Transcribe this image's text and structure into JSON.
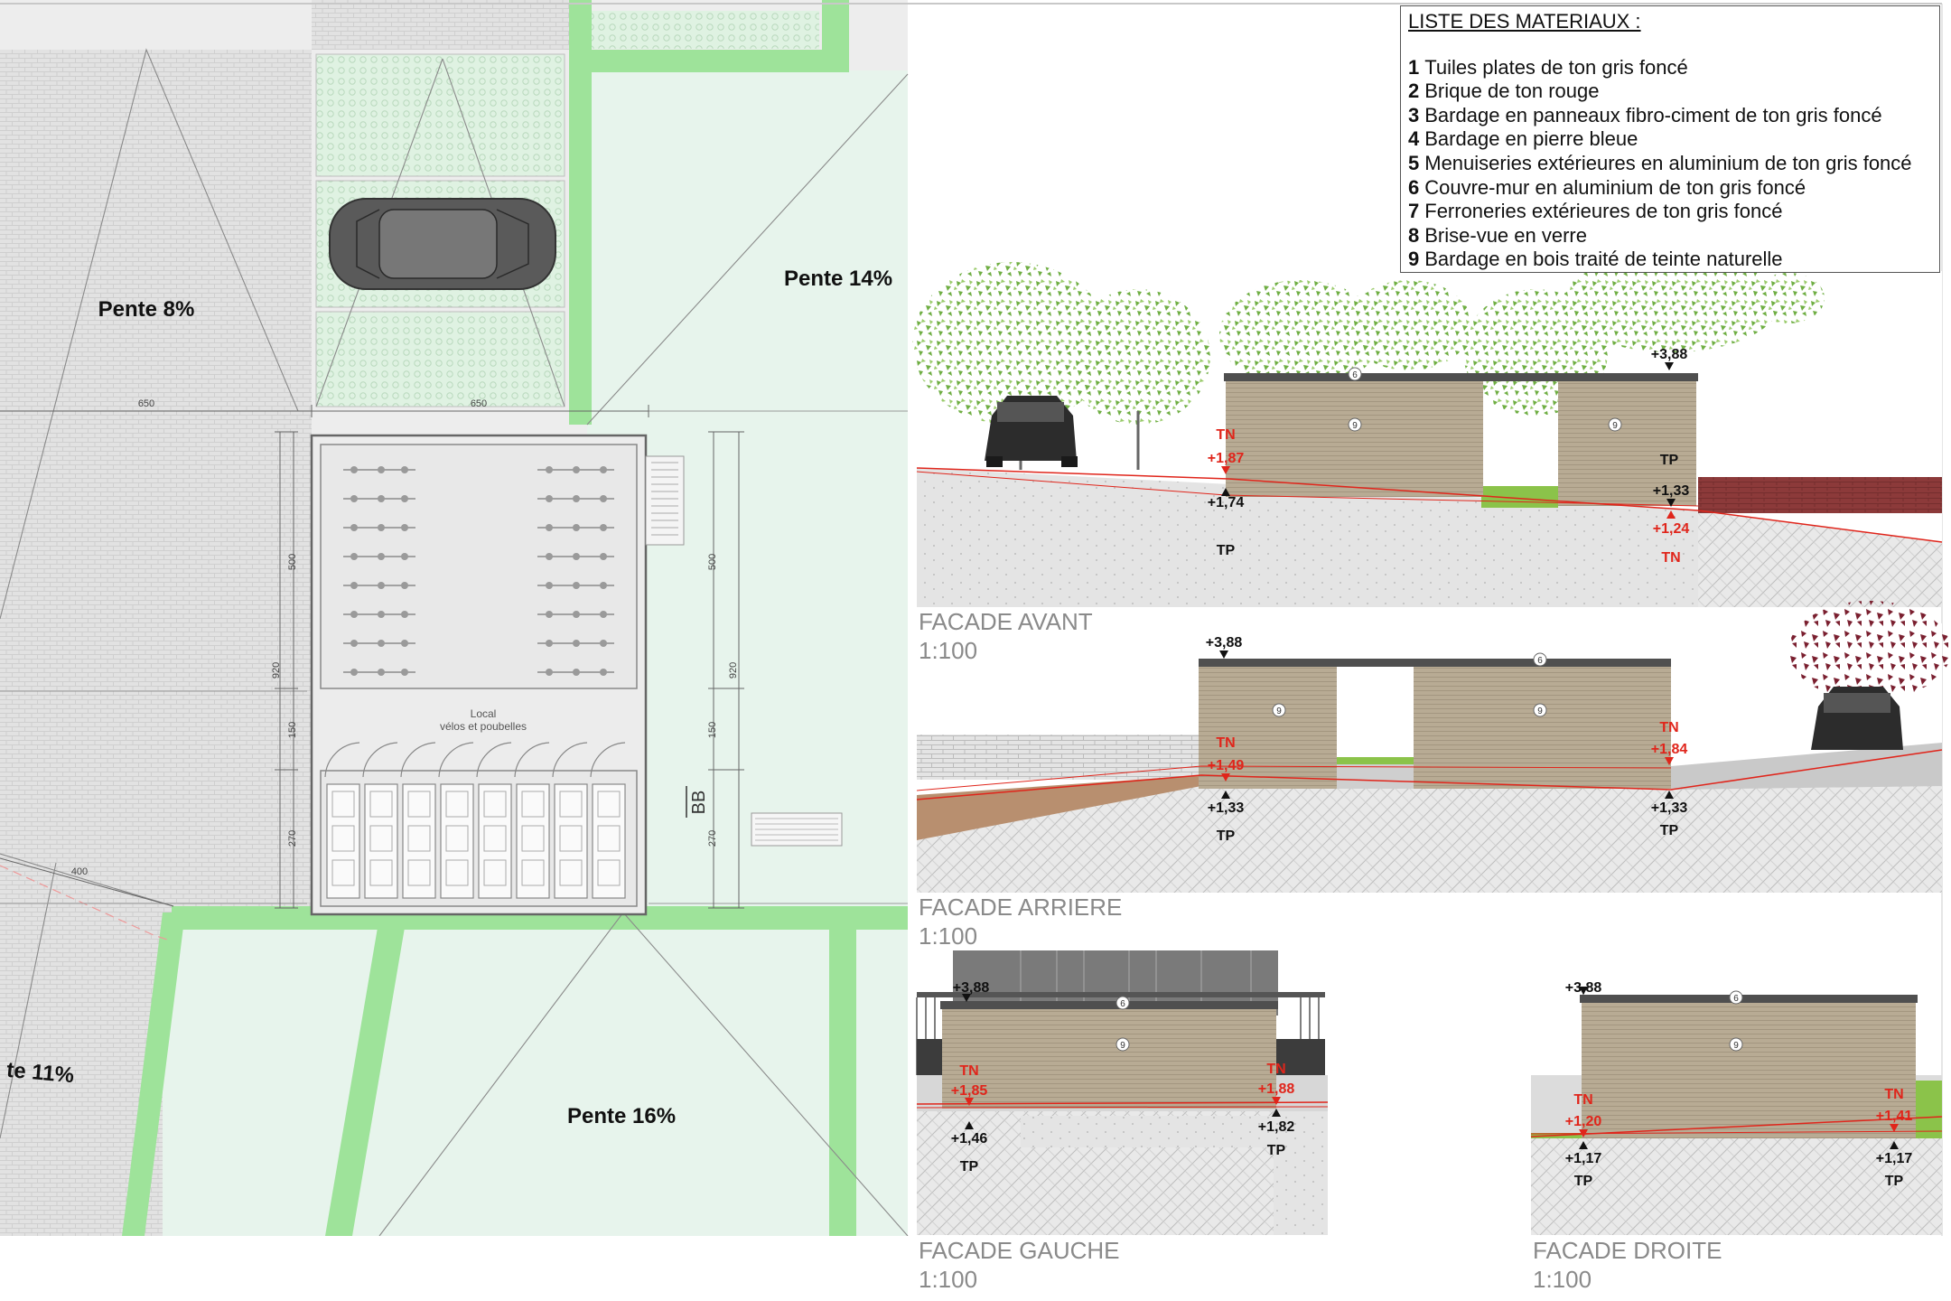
{
  "legend": {
    "title": "LISTE DES MATERIAUX :",
    "items": [
      {
        "num": "1",
        "label": "Tuiles plates de ton gris foncé"
      },
      {
        "num": "2",
        "label": "Brique de ton rouge"
      },
      {
        "num": "3",
        "label": "Bardage en panneaux fibro-ciment de ton gris foncé"
      },
      {
        "num": "4",
        "label": "Bardage en pierre bleue"
      },
      {
        "num": "5",
        "label": "Menuiseries extérieures en aluminium de ton gris foncé"
      },
      {
        "num": "6",
        "label": "Couvre-mur en aluminium de ton gris foncé"
      },
      {
        "num": "7",
        "label": "Ferroneries extérieures de ton gris foncé"
      },
      {
        "num": "8",
        "label": "Brise-vue en verre"
      },
      {
        "num": "9",
        "label": "Bardage en bois traité de teinte naturelle"
      }
    ]
  },
  "plan": {
    "slopes": {
      "s8": "Pente 8%",
      "s14": "Pente 14%",
      "s11": "te 11%",
      "s16": "Pente 16%"
    },
    "dims": {
      "d650a": "650",
      "d650b": "650",
      "d500a": "500",
      "d500b": "500",
      "d920a": "920",
      "d920b": "920",
      "d150a": "150",
      "d150b": "150",
      "d270a": "270",
      "d270b": "270",
      "d400": "400"
    },
    "room": {
      "line1": "Local",
      "line2": "vélos et poubelles"
    },
    "section": "BB"
  },
  "elevations": {
    "avant": {
      "title": "FACADE AVANT",
      "scale": "1:100",
      "marks": {
        "top": "+3,88",
        "tn_l": "TN",
        "v187": "+1,87",
        "v174": "+1,74",
        "tp_l": "TP",
        "tp_r": "TP",
        "v133": "+1,33",
        "v124": "+1,24",
        "tn_r": "TN"
      },
      "tags": {
        "roof": "6",
        "wall_l": "9",
        "wall_r": "9"
      }
    },
    "arriere": {
      "title": "FACADE ARRIERE",
      "scale": "1:100",
      "marks": {
        "top": "+3,88",
        "tn_l": "TN",
        "v149": "+1,49",
        "v133l": "+1,33",
        "tp_l": "TP",
        "tn_r": "TN",
        "v184": "+1,84",
        "v133r": "+1,33",
        "tp_r": "TP"
      },
      "tags": {
        "roof": "6",
        "wall_l": "9",
        "wall_r": "9"
      }
    },
    "gauche": {
      "title": "FACADE GAUCHE",
      "scale": "1:100",
      "marks": {
        "top": "+3,88",
        "tn_l": "TN",
        "v185": "+1,85",
        "v146": "+1,46",
        "tp_l": "TP",
        "tn_r": "TN",
        "v188": "+1,88",
        "v182": "+1,82",
        "tp_r": "TP"
      },
      "tags": {
        "roof": "6",
        "wall": "9"
      }
    },
    "droite": {
      "title": "FACADE DROITE",
      "scale": "1:100",
      "marks": {
        "top": "+3,88",
        "tn_l": "TN",
        "v120": "+1,20",
        "v117l": "+1,17",
        "tp_l": "TP",
        "tn_r": "TN",
        "v141": "+1,41",
        "v117r": "+1,17",
        "tp_r": "TP"
      },
      "tags": {
        "roof": "6",
        "wall": "9"
      }
    }
  },
  "colors": {
    "grass": "#9ee39a",
    "lawn": "#e7f4ec",
    "paving": "#e3e3e3",
    "wood": "#b8ab94",
    "roof": "#4f4f4f",
    "red_mark": "#e0251b"
  }
}
